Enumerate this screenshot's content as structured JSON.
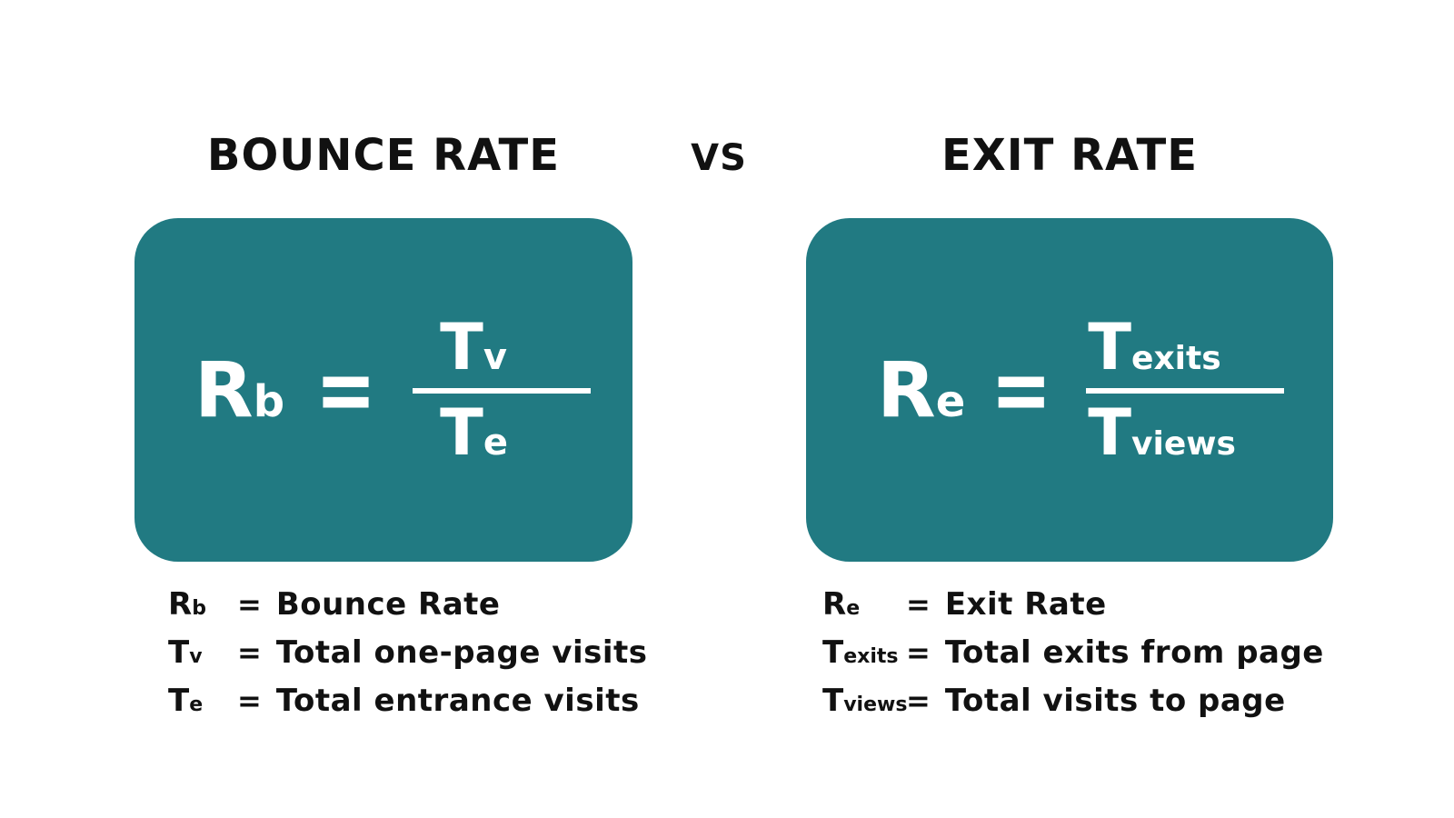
{
  "colors": {
    "panel_teal": "#217a82",
    "text_black": "#111111",
    "formula_white": "#ffffff",
    "page_bg": "#ffffff"
  },
  "header": {
    "left_title": "BOUNCE RATE",
    "vs": "VS",
    "right_title": "EXIT RATE"
  },
  "bounce": {
    "formula": {
      "lhs": "R",
      "lhs_sub": "b",
      "equals": "=",
      "numerator": "T",
      "numerator_sub": "v",
      "denominator": "T",
      "denominator_sub": "e"
    },
    "legend": [
      {
        "symbol": "R",
        "sub": "b",
        "equals": "=",
        "text": "Bounce Rate"
      },
      {
        "symbol": "T",
        "sub": "v",
        "equals": "=",
        "text": "Total one-page visits"
      },
      {
        "symbol": "T",
        "sub": "e",
        "equals": "=",
        "text": "Total entrance visits"
      }
    ]
  },
  "exit": {
    "formula": {
      "lhs": "R",
      "lhs_sub": "e",
      "equals": "=",
      "numerator": "T",
      "numerator_sub": "exits",
      "denominator": "T",
      "denominator_sub": "views"
    },
    "legend": [
      {
        "symbol": "R",
        "sub": "e",
        "equals": "=",
        "text": "Exit Rate"
      },
      {
        "symbol": "T",
        "sub": "exits",
        "equals": "=",
        "text": "Total exits from page"
      },
      {
        "symbol": "T",
        "sub": "views",
        "equals": "=",
        "text": "Total visits to page"
      }
    ]
  }
}
